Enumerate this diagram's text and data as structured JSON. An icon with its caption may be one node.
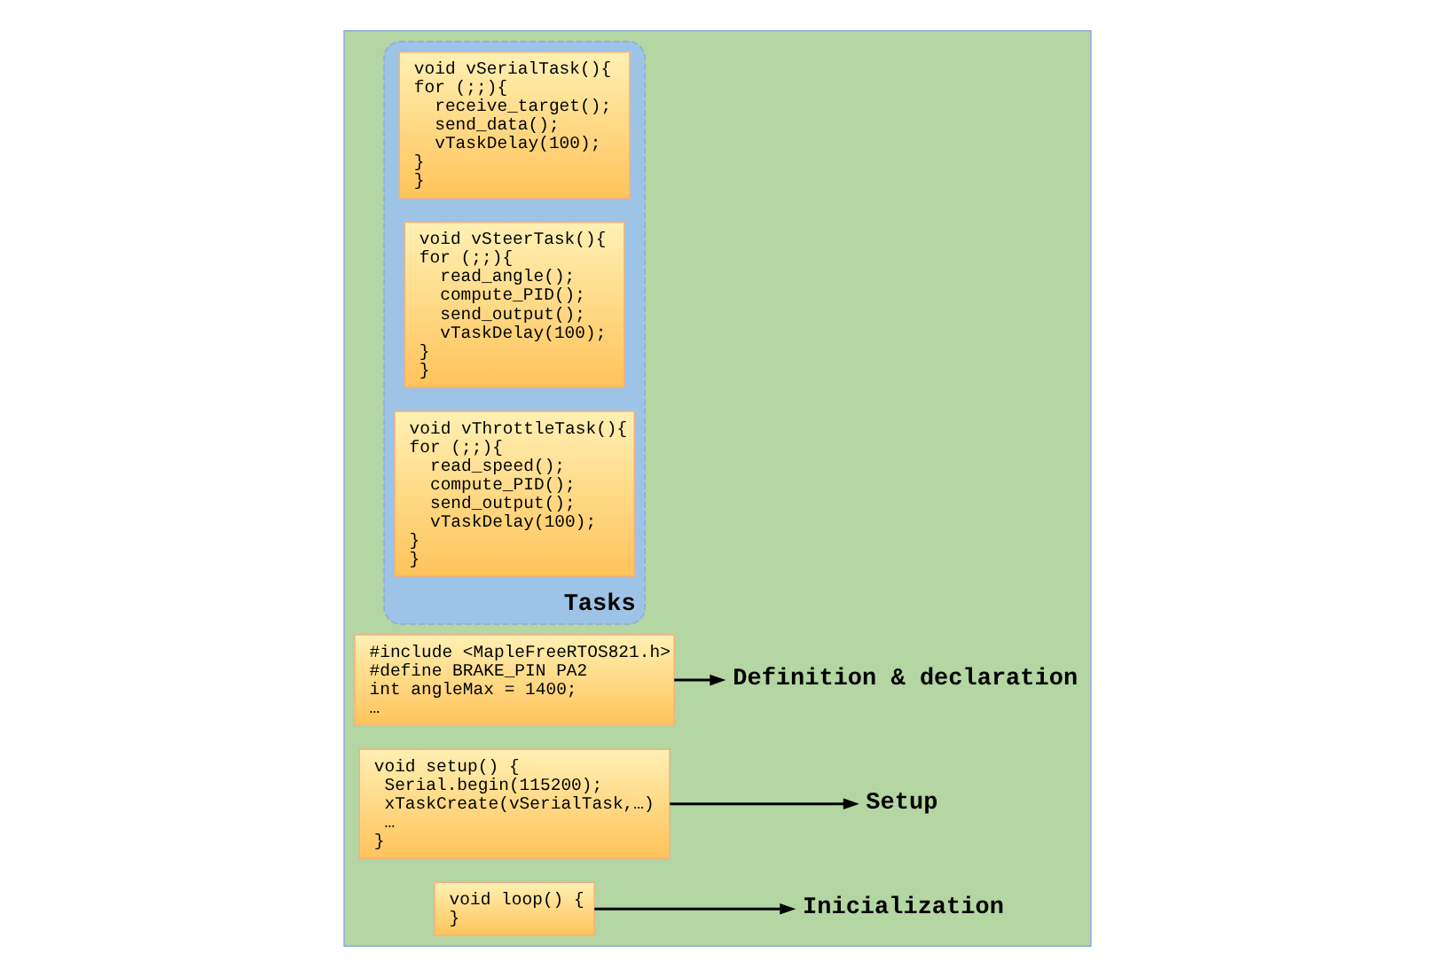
{
  "diagram": {
    "nodes": [
      {
        "text": [],
        "shape": "box"
      },
      {
        "text": [
          "#include <MapleFreeRTOS821.h>",
          "#define BRAKE_PIN PA2",
          "int angleMax = 1400;",
          "…"
        ],
        "in": 0
      },
      {
        "text": [
          "Definition & declaration"
        ],
        "in": 0
      },
      {
        "text": [
          "void setup() {",
          "  Serial.begin(115200);",
          "  xTaskCreate(vSerialTask,…)",
          "  …",
          "}"
        ],
        "in": 0
      },
      {
        "text": [
          "Setup"
        ],
        "in": 0
      },
      {
        "text": [
          "void loop() {",
          "}"
        ],
        "in": 0
      },
      {
        "text": [
          "Inicialization"
        ],
        "in": 0
      },
      {
        "text": [
          "Tasks"
        ],
        "in": 0
      },
      {
        "text": [
          "void vSerialTask(){",
          " for (;;){",
          "   receive_target();",
          "   send_data();",
          "   vTaskDelay(100);",
          " }",
          "}"
        ],
        "in": 7
      },
      {
        "text": [
          "void vSteerTask(){",
          " for (;;){",
          "   read_angle();",
          "   compute_PID();",
          "   send_output();",
          "   vTaskDelay(100);",
          " }",
          "}"
        ],
        "in": 7
      },
      {
        "text": [
          "void vThrottleTask(){",
          " for (;;){",
          "   read_speed();",
          "   compute_PID();",
          "   send_output();",
          "   vTaskDelay(100);",
          " }",
          "}"
        ],
        "in": 7
      }
    ],
    "edges": [
      {
        "from": 1,
        "to": 2,
        "arrow": "to"
      },
      {
        "from": 3,
        "to": 4,
        "arrow": "to"
      },
      {
        "from": 5,
        "to": 6,
        "arrow": "to"
      }
    ]
  }
}
